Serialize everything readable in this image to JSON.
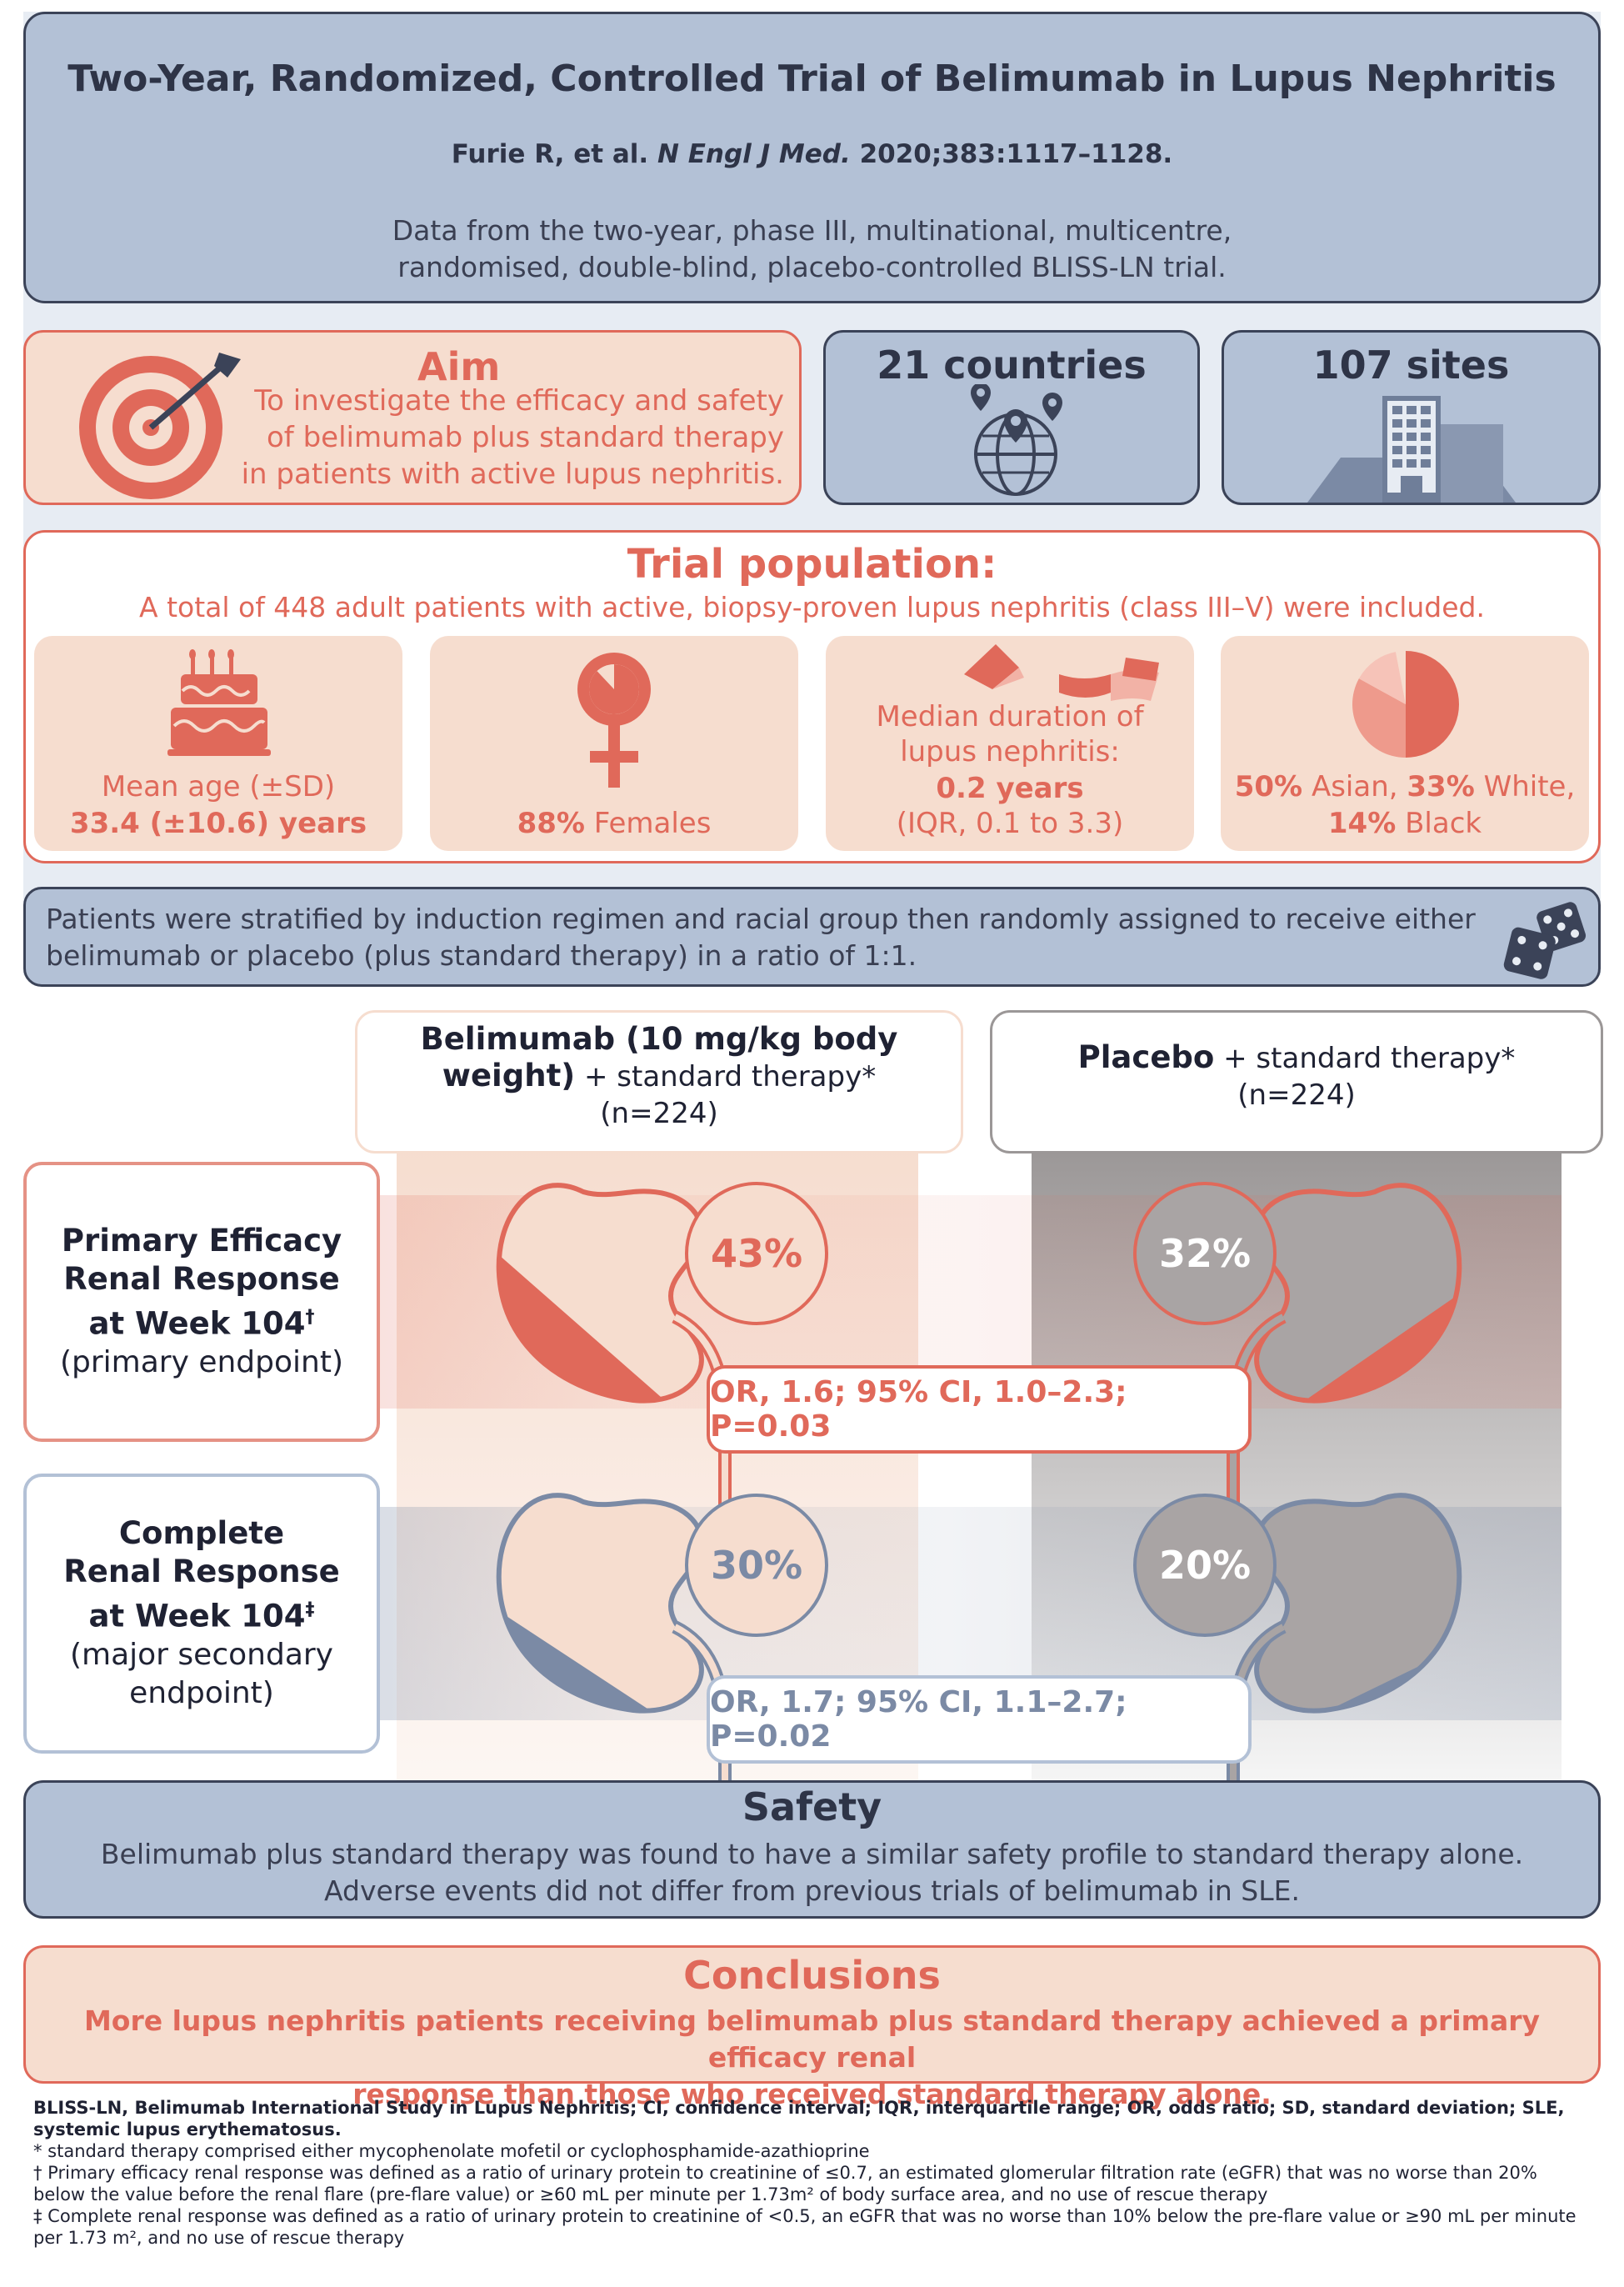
{
  "header": {
    "title": "Two-Year, Randomized, Controlled Trial of Belimumab in Lupus Nephritis",
    "citation_authors": "Furie R, et al.",
    "citation_journal": "N Engl J Med.",
    "citation_ref": "2020;383:1117–1128.",
    "desc_line1": "Data from the two-year, phase III, multinational, multicentre,",
    "desc_line2": "randomised, double-blind, placebo-controlled BLISS-LN trial."
  },
  "aim": {
    "title": "Aim",
    "line1": "To investigate the efficacy and safety",
    "line2": "of belimumab plus standard therapy",
    "line3": "in patients with active lupus nephritis."
  },
  "countries": {
    "label": "21 countries"
  },
  "sites": {
    "label": "107 sites"
  },
  "population": {
    "title": "Trial population:",
    "subtitle": "A total of 448 adult patients with active, biopsy-proven lupus nephritis (class III–V) were included.",
    "age_label": "Mean age (±SD)",
    "age_value": "33.4 (±10.6) years",
    "female_value": "88%",
    "female_label": "Females",
    "duration_line1": "Median duration of",
    "duration_line2": "lupus nephritis:",
    "duration_value": "0.2 years",
    "duration_iqr": "(IQR, 0.1 to 3.3)",
    "race_asian_value": "50%",
    "race_asian_label": "Asian,",
    "race_white_value": "33%",
    "race_white_label": "White,",
    "race_black_value": "14%",
    "race_black_label": "Black",
    "race_fractions": [
      0.5,
      0.33,
      0.14,
      0.03
    ]
  },
  "stratification": {
    "line1": "Patients were stratified by induction regimen and racial group then randomly assigned to receive either",
    "line2": "belimumab or placebo (plus standard therapy) in a ratio of 1:1."
  },
  "arms": {
    "belimumab_name1": "Belimumab (10 mg/kg body",
    "belimumab_name2": "weight)",
    "belimumab_therapy": "+ standard therapy*",
    "belimumab_n": "(n=224)",
    "placebo_name": "Placebo",
    "placebo_therapy": "+ standard therapy*",
    "placebo_n": "(n=224)"
  },
  "endpoints": {
    "primary": {
      "line1": "Primary Efficacy",
      "line2": "Renal Response",
      "line3": "at Week 104",
      "mark": "†",
      "line4": "(primary endpoint)",
      "belimumab_pct": "43%",
      "placebo_pct": "32%",
      "belimumab_fraction": 0.43,
      "placebo_fraction": 0.32,
      "or_text": "OR, 1.6; 95% CI, 1.0–2.3; P=0.03"
    },
    "complete": {
      "line1": "Complete",
      "line2": "Renal Response",
      "line3": "at Week 104",
      "mark": "‡",
      "line4": "(major secondary",
      "line5": "endpoint)",
      "belimumab_pct": "30%",
      "placebo_pct": "20%",
      "belimumab_fraction": 0.3,
      "placebo_fraction": 0.2,
      "or_text": "OR, 1.7; 95% CI, 1.1–2.7; P=0.02"
    }
  },
  "safety": {
    "title": "Safety",
    "line1": "Belimumab plus standard therapy was found to have a similar safety profile to standard therapy alone.",
    "line2": "Adverse events did not differ from previous trials of belimumab in SLE."
  },
  "conclusions": {
    "title": "Conclusions",
    "line1": "More lupus nephritis patients receiving belimumab plus standard therapy achieved a primary efficacy renal",
    "line2": "response than those who received standard therapy alone."
  },
  "footnotes": {
    "abbrev": "BLISS-LN, Belimumab International Study in Lupus Nephritis; CI, confidence interval; IQR, interquartile range; OR, odds ratio; SD, standard deviation; SLE, systemic lupus erythematosus.",
    "star": "* standard therapy comprised either mycophenolate mofetil or cyclophosphamide-azathioprine",
    "dagger": "† Primary efficacy renal response was defined as a ratio of urinary protein to creatinine of ≤0.7, an estimated glomerular filtration rate (eGFR) that was no worse than 20% below the value before the renal flare (pre-flare value) or ≥60 mL per minute per 1.73m² of body surface area, and no use of rescue therapy",
    "ddagger": "‡ Complete renal response was defined as a ratio of urinary protein to creatinine of <0.5, an eGFR that was no worse than 10% below the pre-flare value or ≥90 mL per minute per 1.73 m², and no use of rescue therapy"
  },
  "colors": {
    "coral": "#e0695a",
    "peach": "#f6ddcf",
    "blue": "#b3c1d6",
    "slate": "#7b8aa5",
    "grey": "#a9a4a4",
    "navy": "#3b4358"
  },
  "icons": [
    "target-icon",
    "globe-pins-icon",
    "building-icon",
    "cake-icon",
    "female-symbol-icon",
    "calendar-pages-icon",
    "pie-icon",
    "dice-icon",
    "kidney-icon"
  ]
}
